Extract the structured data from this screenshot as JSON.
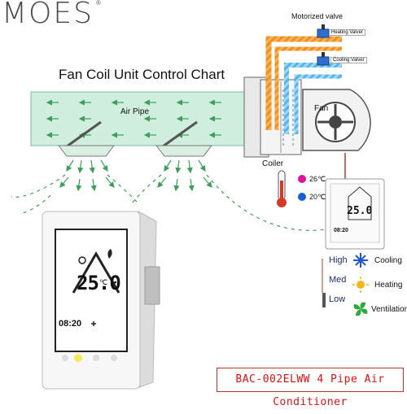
{
  "brand": {
    "name": "MOES",
    "mark": "®"
  },
  "diagram": {
    "title": "Fan Coil Unit Control Chart",
    "labels": {
      "motorized_valve": "Motorized valve",
      "heating_valve": "Heating Valver",
      "cooling_valve": "Cooling Valver",
      "air_pipe": "Air Pipe",
      "fan": "Fan",
      "coiler": "Coiler",
      "temp_hot": "26℃",
      "temp_cold": "20℃"
    }
  },
  "thermostat": {
    "temperature": "25.0",
    "unit": "℃",
    "time": "08:20"
  },
  "controls": {
    "speeds": [
      "High",
      "Med",
      "Low"
    ],
    "modes": [
      {
        "label": "Cooling",
        "icon": "snowflake-icon",
        "color": "#2255cc"
      },
      {
        "label": "Heating",
        "icon": "sun-icon",
        "color": "#f2b81b"
      },
      {
        "label": "Ventilation",
        "icon": "fan-icon",
        "color": "#2aaa3a"
      }
    ]
  },
  "model": "BAC-002ELWW 4 Pipe Air Conditioner",
  "colors": {
    "duct": "#cfeedd",
    "airflow": "#3c9e58",
    "hot_pipe": "#f29b2b",
    "cold_pipe": "#5ab8f0",
    "wire": "#c0392b"
  }
}
